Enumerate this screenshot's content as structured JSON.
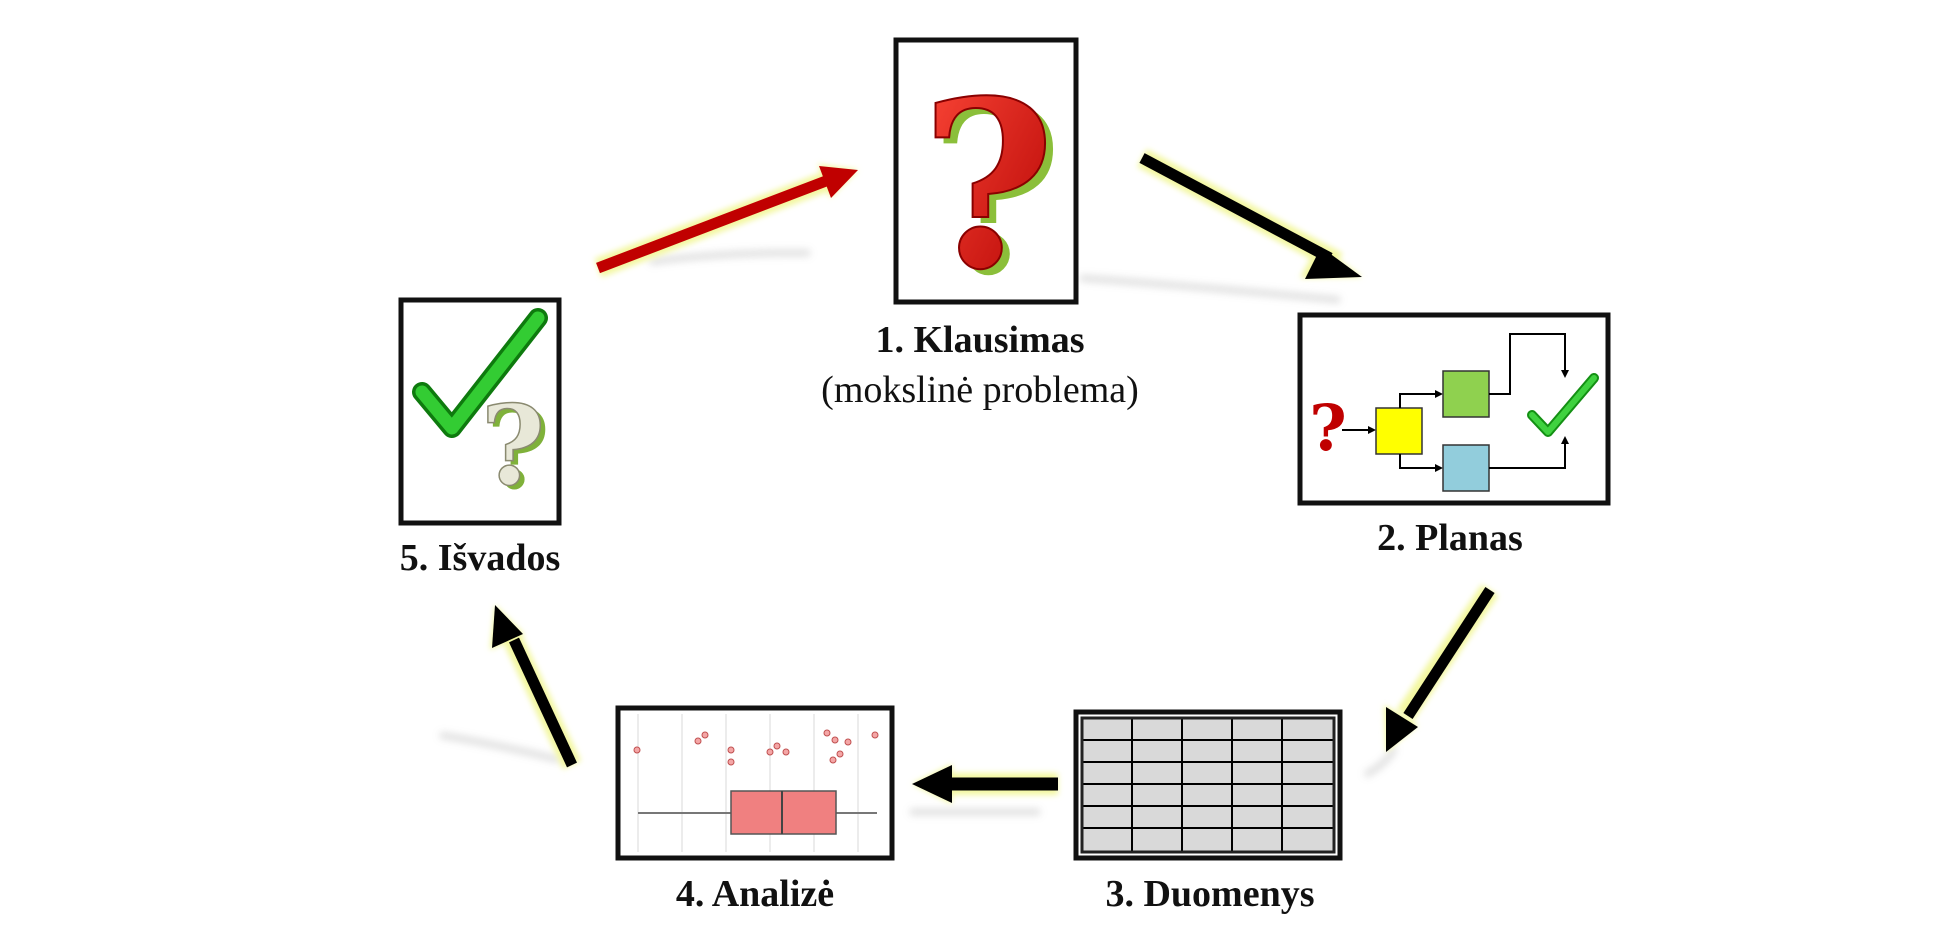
{
  "steps": [
    {
      "id": 1,
      "title": "1. Klausimas",
      "subtitle": "(mokslinė problema)",
      "icon": "question-mark-icon"
    },
    {
      "id": 2,
      "title": "2. Planas",
      "icon": "flowchart-plan-icon"
    },
    {
      "id": 3,
      "title": "3. Duomenys",
      "icon": "data-table-icon"
    },
    {
      "id": 4,
      "title": "4. Analizė",
      "icon": "boxplot-icon"
    },
    {
      "id": 5,
      "title": "5. Išvados",
      "icon": "checkmark-question-icon"
    }
  ],
  "colors": {
    "arrow_dark": "#000000",
    "arrow_red": "#c00000",
    "arrow_glow": "#f3f7a0",
    "question_red": "#d01010",
    "question_shadow": "#8bbf3a",
    "check_green": "#22bb22",
    "box_yellow": "#ffff00",
    "box_green": "#8fd14f",
    "box_blue": "#92cddc",
    "boxplot_fill": "#f08080",
    "table_cell": "#d9d9d9"
  }
}
